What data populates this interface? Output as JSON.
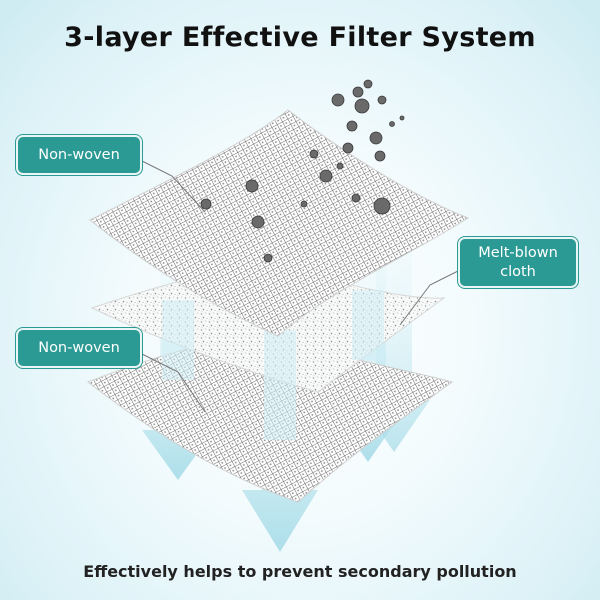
{
  "title": "3-layer Effective Filter System",
  "caption": "Effectively helps to prevent secondary pollution",
  "labels": {
    "top_left": "Non-woven",
    "right": "Melt-blown cloth",
    "bottom_left": "Non-woven"
  },
  "colors": {
    "label_fill": "#2c9a94",
    "background_edge": "#cdebf2",
    "arrow": "#bfe6ef"
  }
}
